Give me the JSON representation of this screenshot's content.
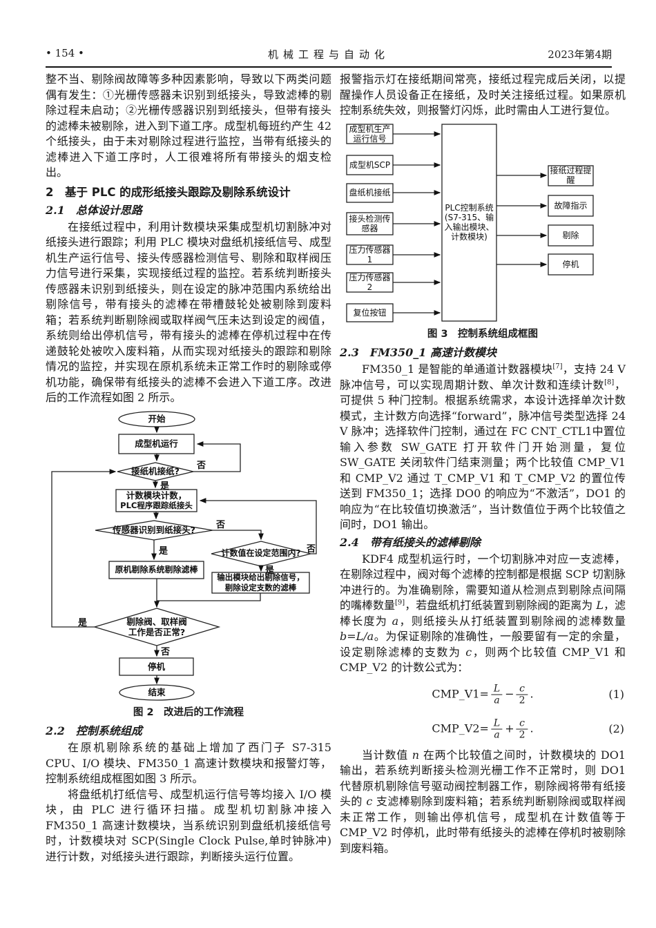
{
  "header": {
    "page_number": "• 154 •",
    "journal": "机械工程与自动化",
    "issue": "2023年第4期"
  },
  "left": {
    "p1": "整不当、剔除阀故障等多种因素影响，导致以下两类问题偶有发生：①光栅传感器未识别到纸接头，导致滤棒的剔除过程未启动；②光栅传感器识别到纸接头，但带有接头的滤棒未被剔除，进入到下道工序。成型机每班约产生 42 个纸接头，由于未对剔除过程进行监控，当带有纸接头的滤棒进入下道工序时，人工很难将所有带接头的烟支检出。",
    "h2": "2　基于 PLC 的成形纸接头跟踪及剔除系统设计",
    "h21": "2.1　总体设计思路",
    "p2": "在接纸过程中，利用计数模块采集成型机切割脉冲对纸接头进行跟踪；利用 PLC 模块对盘纸机接纸信号、成型机生产运行信号、接头传感器检测信号、剔除和取样阀压力信号进行采集，实现接纸过程的监控。若系统判断接头传感器未识别到纸接头，则在设定的脉冲范围内系统给出剔除信号，带有接头的滤棒在带槽鼓轮处被剔除到废料箱；若系统判断剔除阀或取样阀气压未达到设定的阀值，系统则给出停机信号，带有接头的滤棒在停机过程中在传递鼓轮处被吹入废料箱，从而实现对纸接头的跟踪和剔除情况的监控，并实现在原机系统未正常工作时的剔除或停机功能，确保带有纸接头的滤棒不会进入下道工序。改进后的工作流程如图 2 所示。",
    "fig2_caption": "图 2　改进后的工作流程",
    "h22": "2.2　控制系统组成",
    "p3": "在原机剔除系统的基础上增加了西门子 S7-315 CPU、I/O 模块、FM350_1 高速计数模块和报警灯等，控制系统组成框图如图 3 所示。",
    "p4": "将盘纸机打纸信号、成型机运行信号等均接入 I/O 模块，由 PLC 进行循环扫描。成型机切割脉冲接入 FM350_1 高速计数模块，当系统识别到盘纸机接纸信号时，计数模块对 SCP(Single Clock Pulse,单时钟脉冲)进行计数，对纸接头进行跟踪，判断接头运行位置。"
  },
  "flow": {
    "start": "开始",
    "run": "成型机运行",
    "splice_q": "接纸机接纸?",
    "count": [
      "计数模块计数，",
      "PLC程序跟踪纸接头"
    ],
    "sensor_q": "传感器识别到纸接头?",
    "orig_reject": "原机剔除系统剔除滤棒",
    "range_q": "计数值在设定范围内?",
    "out_reject": [
      "输出模块给出剔除信号，",
      "剔除设定支数的滤棒"
    ],
    "valve_q": [
      "剔除阀、取样阀",
      "工作是否正常?"
    ],
    "stop": "停机",
    "end": "结束",
    "yes": "是",
    "no": "否"
  },
  "right": {
    "p1": "报警指示灯在接纸期间常亮，接纸过程完成后关闭，以提醒操作人员设备正在接纸，及时关注接纸过程。如果原机控制系统失效，则报警灯闪烁，此时需由人工进行复位。",
    "fig3_caption": "图 3　控制系统组成框图",
    "h23": "2.3　FM350_1 高速计数模块",
    "p2": {
      "s1": "FM350_1 是智能的单通道计数器模块",
      "ref7": "[7]",
      "s2": "，支持 24 V 脉冲信号，可以实现周期计数、单次计数和连续计数",
      "ref8": "[8]",
      "s3": "，可提供 5 种门控制。根据系统需求，本设计选择单次计数模式，主计数方向选择“forward”，脉冲信号类型选择 24 V 脉冲；选择软件门控制，通过在 FC CNT_CTL1中置位输入参数 SW_GATE 打开软件门开始测量，复位 SW_GATE 关闭软件门结束测量；两个比较值 CMP_V1 和 CMP_V2 通过 T_CMP_V1 和 T_CMP_V2 的置位传送到 FM350_1；选择 DO0 的响应为“不激活”，DO1 的响应为“在比较值切换激活”，当计数值位于两个比较值之间时，DO1 输出。"
    },
    "h24": "2.4　带有纸接头的滤棒剔除",
    "p3": {
      "s1": "KDF4 成型机运行时，一个切割脉冲对应一支滤棒，在剔除过程中，阀对每个滤棒的控制都是根据 SCP 切割脉冲进行的。为准确剔除，需要知道从检测点到剔除点间隔的嘴棒数量",
      "ref9": "[9]",
      "s2": "，若盘纸机打纸装置到剔除阀的距离为 ",
      "v1": "L",
      "s3": "，滤棒长度为 ",
      "v2": "a",
      "s4": "，则纸接头从打纸装置到剔除阀的滤棒数量 ",
      "v3": "b=L/a",
      "s5": "。为保证剔除的准确性，一般要留有一定的余量，设定剔除滤棒的支数为 ",
      "v4": "c",
      "s6": "，则两个比较值 CMP_V1 和 CMP_V2 的计数公式为："
    },
    "eq1": {
      "lhs": "CMP_V1=",
      "num1": "L",
      "den1": "a",
      "op": "−",
      "num2": "c",
      "den2": "2",
      "tail": " .",
      "no": "(1)"
    },
    "eq2": {
      "lhs": "CMP_V2=",
      "num1": "L",
      "den1": "a",
      "op": "+",
      "num2": "c",
      "den2": "2",
      "tail": " .",
      "no": "(2)"
    },
    "p4": {
      "s1": "当计数值 ",
      "v1": "n",
      "s2": " 在两个比较值之间时，计数模块的 DO1 输出，若系统判断接头检测光栅工作不正常时，则 DO1 代替原机剔除信号驱动阀控制器工作，剔除阀将带有纸接头的 ",
      "v2": "c",
      "s3": " 支滤棒剔除到废料箱；若系统判断剔除阀或取样阀未正常工作，则输出停机信号，成型机在计数值等于 CMP_V2 时停机，此时带有纸接头的滤棒在停机时被剔除到废料箱。"
    }
  },
  "diagram": {
    "inputs": [
      "成型机生产运行信号",
      "成型机SCP",
      "盘纸机接纸",
      "接头检测传感器",
      "压力传感器1",
      "压力传感器2",
      "复位按钮"
    ],
    "center": "PLC控制系统(S7-315、输入输出模块、计数模块)",
    "outputs": [
      "接纸过程提醒",
      "故障指示",
      "剔除",
      "停机"
    ]
  }
}
